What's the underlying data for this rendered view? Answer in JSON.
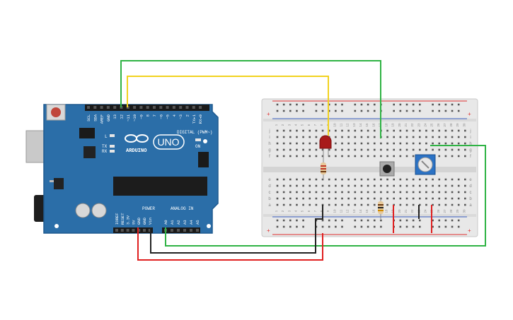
{
  "arduino": {
    "brand": "ARDUINO",
    "model": "UNO",
    "header_top": [
      "SCL",
      "SDA",
      "AREF",
      "GND",
      "13",
      "12",
      "~11",
      "~10",
      "~9",
      "8",
      "7",
      "~6",
      "~5",
      "4",
      "~3",
      "2",
      "TX▸1",
      "RX◂0"
    ],
    "digital_label": "DIGITAL (PWM~)",
    "power_label": "POWER",
    "analog_label": "ANALOG IN",
    "power_pins": [
      "IOREF",
      "RESET",
      "3.3V",
      "5V",
      "GND",
      "GND",
      "Vin"
    ],
    "analog_pins": [
      "A0",
      "A1",
      "A2",
      "A3",
      "A4",
      "A5"
    ],
    "led_labels": {
      "l": "L",
      "tx": "TX",
      "rx": "RX",
      "on": "ON"
    },
    "icsp_label": "1"
  },
  "breadboard": {
    "column_numbers": [
      "1",
      "2",
      "3",
      "4",
      "5",
      "6",
      "7",
      "8",
      "9",
      "10",
      "11",
      "12",
      "13",
      "14",
      "15",
      "16",
      "17",
      "18",
      "19",
      "20",
      "21",
      "22",
      "23",
      "24",
      "25",
      "26",
      "27",
      "28",
      "29",
      "30"
    ],
    "rows_top": [
      "j",
      "i",
      "h",
      "g",
      "f"
    ],
    "rows_bottom": [
      "e",
      "d",
      "c",
      "b",
      "a"
    ],
    "rail_plus": "+",
    "rail_minus": "−"
  },
  "colors": {
    "board": "#2b6ea8",
    "board_dark": "#1f5a8f",
    "wire_green": "#2fb344",
    "wire_yellow": "#f2d21f",
    "wire_red": "#e02020",
    "wire_black": "#222222",
    "breadboard": "#e8e8e8",
    "rail_red": "#e03030",
    "rail_blue": "#3a5fc0"
  },
  "components": [
    "led-red",
    "resistor-led",
    "pushbutton",
    "resistor-button",
    "potentiometer"
  ]
}
